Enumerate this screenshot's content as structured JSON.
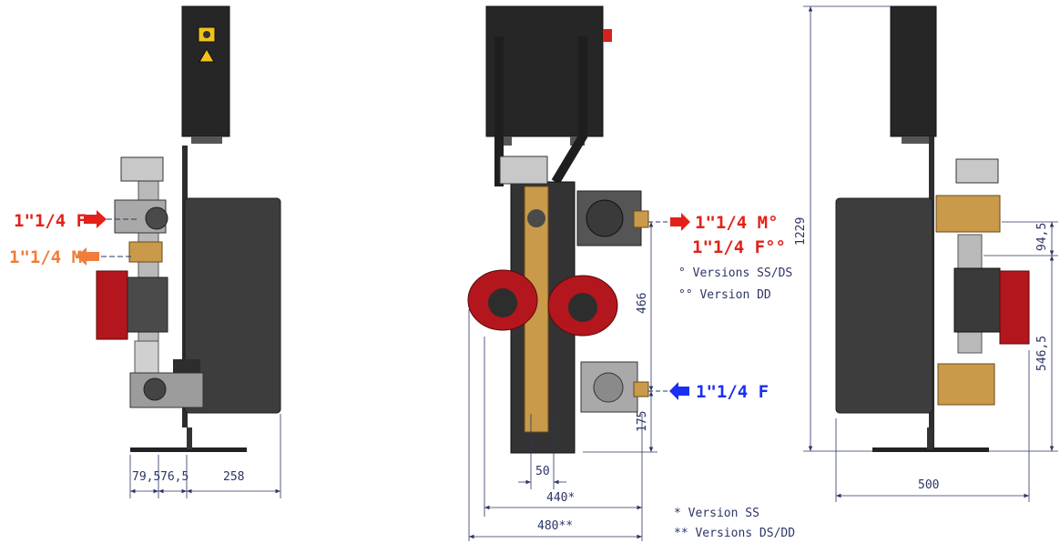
{
  "colors": {
    "ink": "#2b3566",
    "red_arrow": "#e32119",
    "orange_arrow": "#f07d3a",
    "blue_arrow": "#1a2ff2",
    "body_dark": "#3a3a3a",
    "pump_red": "#b3161d",
    "brass": "#c99a4a"
  },
  "left_view": {
    "inlet_label": "1\"1/4 F",
    "outlet_label": "1\"1/4 M",
    "dims": {
      "a": "79,5",
      "b": "76,5",
      "c": "258"
    }
  },
  "center_view": {
    "right_top_label": "1\"1/4 M°",
    "right_mid_label": "1\"1/4 F°°",
    "right_bottom_label": "1\"1/4 F",
    "notes": [
      "° Versions SS/DS",
      "°° Version DD"
    ],
    "dims": {
      "h466": "466",
      "h175": "175",
      "w50": "50",
      "w440": "440*",
      "w480": "480**"
    },
    "footnotes": [
      "* Version SS",
      "** Versions DS/DD"
    ]
  },
  "right_view": {
    "dims": {
      "h1229": "1229",
      "h94": "94,5",
      "h546": "546,5",
      "w500": "500"
    }
  }
}
